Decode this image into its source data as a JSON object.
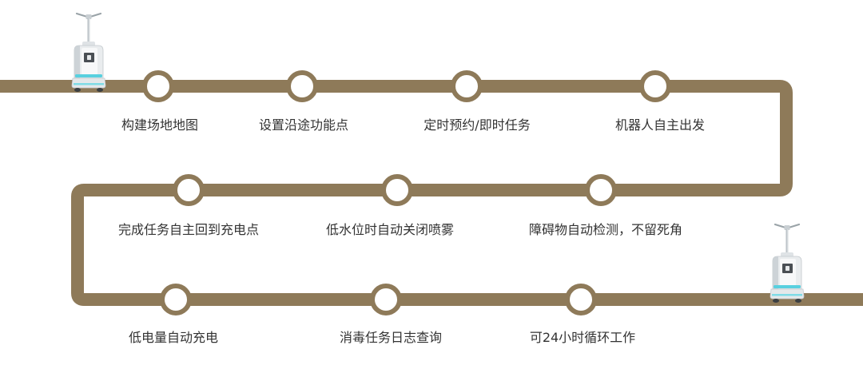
{
  "diagram": {
    "rows": [
      {
        "steps": [
          {
            "label": "构建场地地图"
          },
          {
            "label": "设置沿途功能点"
          },
          {
            "label": "定时预约/即时任务"
          },
          {
            "label": "机器人自主出发"
          }
        ]
      },
      {
        "steps": [
          {
            "label": "完成任务自主回到充电点"
          },
          {
            "label": "低水位时自动关闭喷雾"
          },
          {
            "label": "障碍物自动检测，不留死角"
          }
        ]
      },
      {
        "steps": [
          {
            "label": "低电量自动充电"
          },
          {
            "label": "消毒任务日志查询"
          },
          {
            "label": "可24小时循环工作"
          }
        ]
      }
    ],
    "icons": {
      "start": "robot-icon",
      "end": "robot-icon"
    }
  },
  "colors": {
    "path": "#8E7A59",
    "node_fill": "#FFFFFF",
    "text": "#333333",
    "background": "#FFFFFF",
    "robot_light": "#58D0DF"
  }
}
